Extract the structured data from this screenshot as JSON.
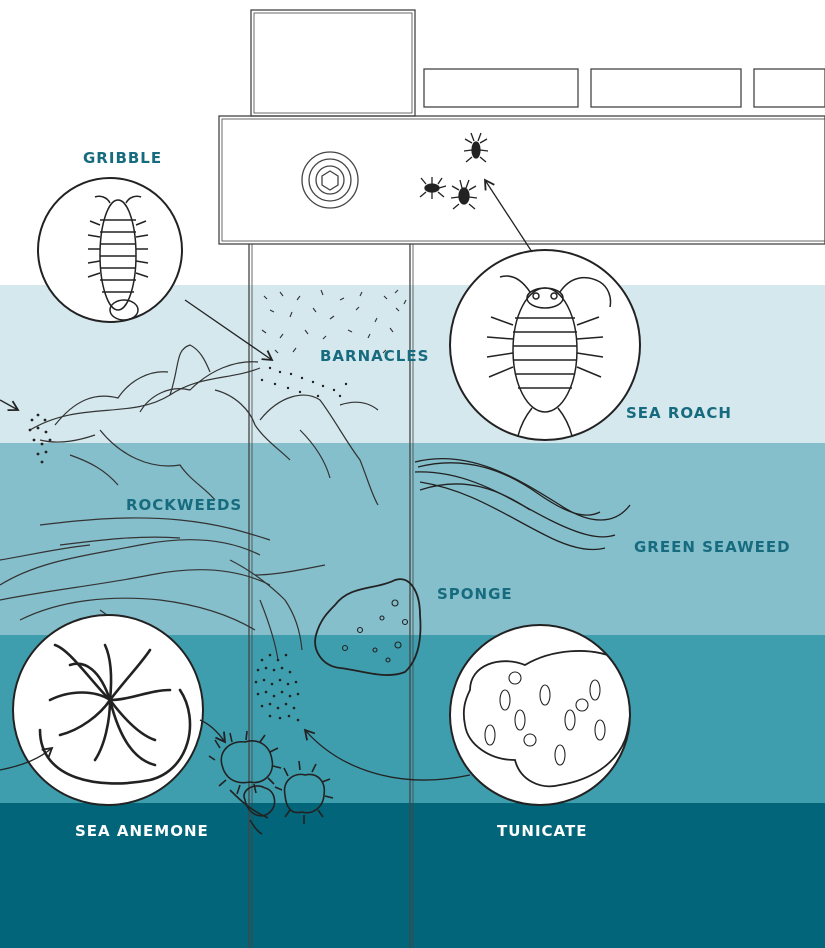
{
  "labels": {
    "gribble": "GRIBBLE",
    "barnacles": "BARNACLES",
    "sea_roach": "SEA ROACH",
    "rockweeds": "ROCKWEEDS",
    "green_seaweed": "GREEN SEAWEED",
    "sponge": "SPONGE",
    "sea_anemone": "SEA ANEMONE",
    "tunicate": "TUNICATE"
  },
  "colors": {
    "sky": "#ffffff",
    "water_band_1": "#d4e8ee",
    "water_band_2": "#85bfcb",
    "water_band_3": "#3f9eae",
    "water_band_4": "#03657a",
    "label_dark": "#176b7f",
    "label_light": "#ffffff",
    "line": "#222222"
  }
}
